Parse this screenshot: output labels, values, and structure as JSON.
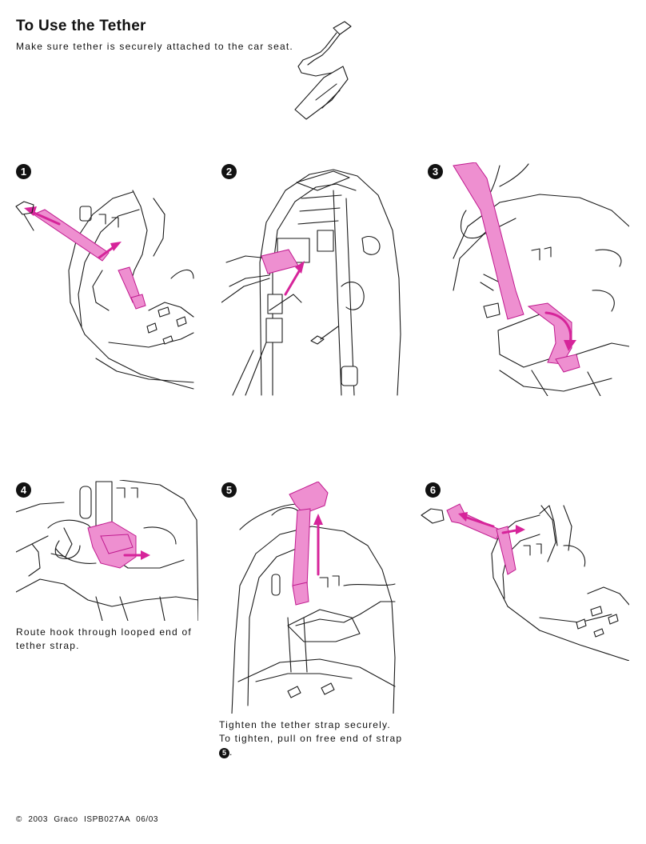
{
  "header": {
    "title": "To Use the Tether",
    "subtitle": "Make sure tether is securely attached to the car seat."
  },
  "steps": [
    {
      "number": "1"
    },
    {
      "number": "2"
    },
    {
      "number": "3"
    },
    {
      "number": "4",
      "caption": "Route hook through looped end of tether strap."
    },
    {
      "number": "5",
      "caption_main": "Tighten the tether strap securely. To tighten, pull on free end of strap",
      "caption_ref": "5",
      "caption_end": "."
    },
    {
      "number": "6"
    }
  ],
  "footer": {
    "copyright": "© 2003 Graco",
    "doc_id": "ISPB027AA",
    "date": "06/03"
  },
  "colors": {
    "accent_pink": "#d6249a",
    "strap_pink": "#ee8fd0",
    "line": "#1a1a1a"
  }
}
